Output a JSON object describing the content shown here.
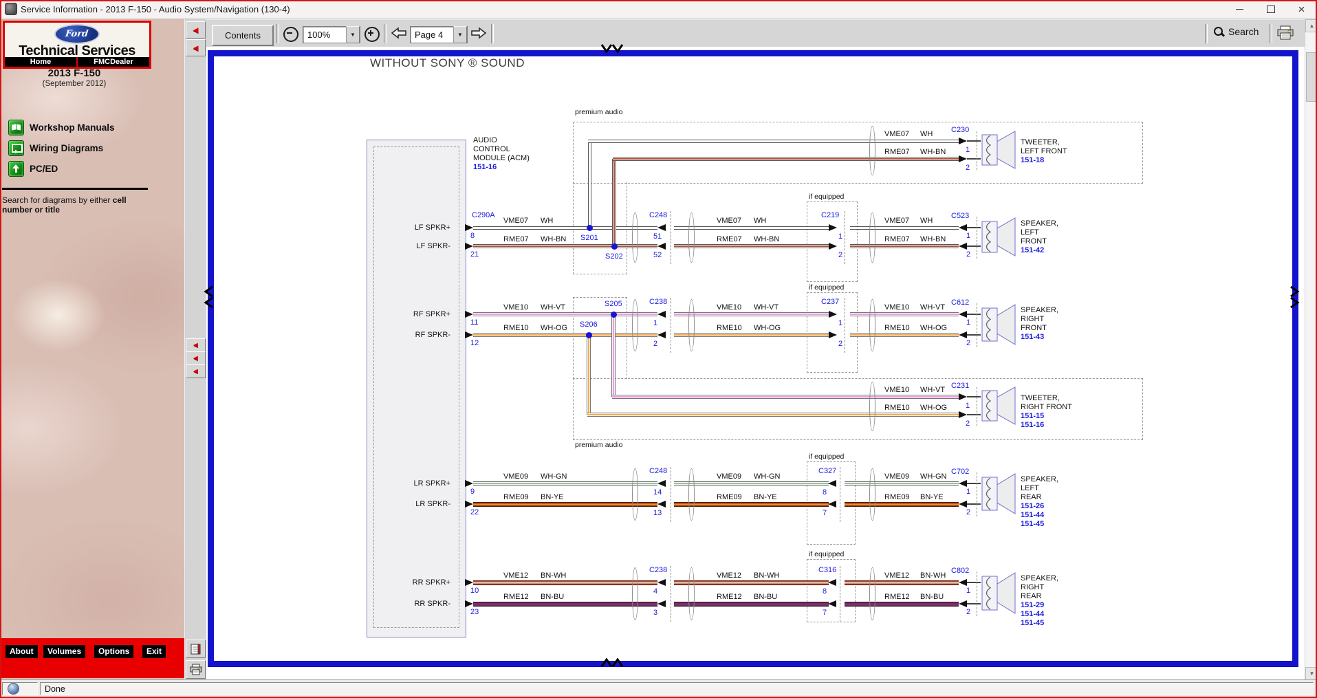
{
  "window": {
    "title": "Service Information - 2013 F-150 - Audio System/Navigation (130-4)"
  },
  "sidebar": {
    "brand": {
      "logo_text": "Ford",
      "title": "Technical Services",
      "home_label": "Home",
      "dealer_label": "FMCDealer"
    },
    "vehicle": "2013 F-150",
    "edition": "(September 2012)",
    "menu": [
      {
        "label": "Workshop Manuals"
      },
      {
        "label": "Wiring Diagrams"
      },
      {
        "label": "PC/ED"
      }
    ],
    "search_hint_normal": "Search for diagrams by either ",
    "search_hint_bold": "cell number or title",
    "bottom_buttons": [
      {
        "label": "About"
      },
      {
        "label": "Volumes"
      },
      {
        "label": "Options"
      },
      {
        "label": "Exit"
      }
    ]
  },
  "toolbar": {
    "contents_label": "Contents",
    "zoom_value": "100%",
    "page_value": "Page 4",
    "search_label": "Search"
  },
  "statusbar": {
    "text": "Done"
  },
  "diagram": {
    "title": "WITHOUT SONY ® SOUND",
    "premium_audio_label": "premium audio",
    "if_equipped_label": "if equipped",
    "acm": {
      "name_lines": [
        "AUDIO",
        "CONTROL",
        "MODULE (ACM)"
      ],
      "ref": "151-16"
    },
    "wire_colors": {
      "WH": {
        "edge": "#555555",
        "base": "#ffffff",
        "stripe": null,
        "h": 5
      },
      "WH-BN": {
        "edge": "#555555",
        "base": "#ffffff",
        "stripe": "#b4543a",
        "h": 6
      },
      "WH-VT": {
        "edge": "#777777",
        "base": "#fbeef8",
        "stripe": "#eda0dd",
        "h": 6
      },
      "WH-OG": {
        "edge": "#777777",
        "base": "#fdf6ec",
        "stripe": "#f2ae55",
        "h": 6
      },
      "WH-GN": {
        "edge": "#666666",
        "base": "#f4f8f4",
        "stripe": "#9fbf9f",
        "h": 6
      },
      "BN-YE": {
        "edge": "#4a2008",
        "base": "#a63c14",
        "stripe": "#e8922e",
        "h": 7
      },
      "BN-WH": {
        "edge": "#4a2008",
        "base": "#b0442e",
        "stripe": "#efd9cf",
        "h": 7
      },
      "BN-BU": {
        "edge": "#330715",
        "base": "#8e2340",
        "stripe": "#4343ad",
        "h": 7
      }
    },
    "rows": [
      {
        "id": "lf",
        "pin_labels": [
          "LF SPKR+",
          "LF SPKR-"
        ],
        "acm_pins": [
          "8",
          "21"
        ],
        "acm_connector": "C290A",
        "wires": [
          {
            "circuit": "VME07",
            "color": "WH"
          },
          {
            "circuit": "RME07",
            "color": "WH-BN"
          }
        ],
        "splices": [
          "S201",
          "S202"
        ],
        "inline_connector": {
          "name": "C248",
          "pins": [
            "51",
            "52"
          ]
        },
        "if_equipped_connector": {
          "name": "C219",
          "pins": [
            "1",
            "2"
          ]
        },
        "device_connector": {
          "name": "C523",
          "pins": [
            "1",
            "2"
          ]
        },
        "device": {
          "name_lines": [
            "SPEAKER,",
            "LEFT",
            "FRONT"
          ],
          "refs": [
            "151-42"
          ]
        }
      },
      {
        "id": "rf",
        "pin_labels": [
          "RF SPKR+",
          "RF SPKR-"
        ],
        "acm_pins": [
          "11",
          "12"
        ],
        "acm_connector": null,
        "wires": [
          {
            "circuit": "VME10",
            "color": "WH-VT"
          },
          {
            "circuit": "RME10",
            "color": "WH-OG"
          }
        ],
        "splices": [
          "S205",
          "S206"
        ],
        "inline_connector": {
          "name": "C238",
          "pins": [
            "1",
            "2"
          ]
        },
        "if_equipped_connector": {
          "name": "C237",
          "pins": [
            "1",
            "2"
          ]
        },
        "device_connector": {
          "name": "C612",
          "pins": [
            "1",
            "2"
          ]
        },
        "device": {
          "name_lines": [
            "SPEAKER,",
            "RIGHT",
            "FRONT"
          ],
          "refs": [
            "151-43"
          ]
        }
      },
      {
        "id": "lr",
        "pin_labels": [
          "LR SPKR+",
          "LR SPKR-"
        ],
        "acm_pins": [
          "9",
          "22"
        ],
        "acm_connector": null,
        "wires": [
          {
            "circuit": "VME09",
            "color": "WH-GN"
          },
          {
            "circuit": "RME09",
            "color": "BN-YE"
          }
        ],
        "splices": [],
        "inline_connector": {
          "name": "C248",
          "pins": [
            "14",
            "13"
          ]
        },
        "if_equipped_connector": {
          "name": "C327",
          "pins": [
            "8",
            "7"
          ]
        },
        "device_connector": {
          "name": "C702",
          "pins": [
            "1",
            "2"
          ]
        },
        "device": {
          "name_lines": [
            "SPEAKER,",
            "LEFT",
            "REAR"
          ],
          "refs": [
            "151-26",
            "151-44",
            "151-45"
          ]
        }
      },
      {
        "id": "rr",
        "pin_labels": [
          "RR SPKR+",
          "RR SPKR-"
        ],
        "acm_pins": [
          "10",
          "23"
        ],
        "acm_connector": null,
        "wires": [
          {
            "circuit": "VME12",
            "color": "BN-WH"
          },
          {
            "circuit": "RME12",
            "color": "BN-BU"
          }
        ],
        "splices": [],
        "inline_connector": {
          "name": "C238",
          "pins": [
            "4",
            "3"
          ]
        },
        "if_equipped_connector": {
          "name": "C316",
          "pins": [
            "8",
            "7"
          ]
        },
        "device_connector": {
          "name": "C802",
          "pins": [
            "1",
            "2"
          ]
        },
        "device": {
          "name_lines": [
            "SPEAKER,",
            "RIGHT",
            "REAR"
          ],
          "refs": [
            "151-29",
            "151-44",
            "151-45"
          ]
        }
      }
    ],
    "tweeter_rows": [
      {
        "id": "tweeter-lf",
        "wires": [
          {
            "circuit": "VME07",
            "color": "WH"
          },
          {
            "circuit": "RME07",
            "color": "WH-BN"
          }
        ],
        "connector": {
          "name": "C230",
          "pins": [
            "1",
            "2"
          ]
        },
        "device": {
          "name_lines": [
            "TWEETER,",
            "LEFT FRONT"
          ],
          "refs": [
            "151-18"
          ]
        }
      },
      {
        "id": "tweeter-rf",
        "wires": [
          {
            "circuit": "VME10",
            "color": "WH-VT"
          },
          {
            "circuit": "RME10",
            "color": "WH-OG"
          }
        ],
        "connector": {
          "name": "C231",
          "pins": [
            "1",
            "2"
          ]
        },
        "device": {
          "name_lines": [
            "TWEETER,",
            "RIGHT FRONT"
          ],
          "refs": [
            "151-15",
            "151-16"
          ]
        }
      }
    ]
  }
}
